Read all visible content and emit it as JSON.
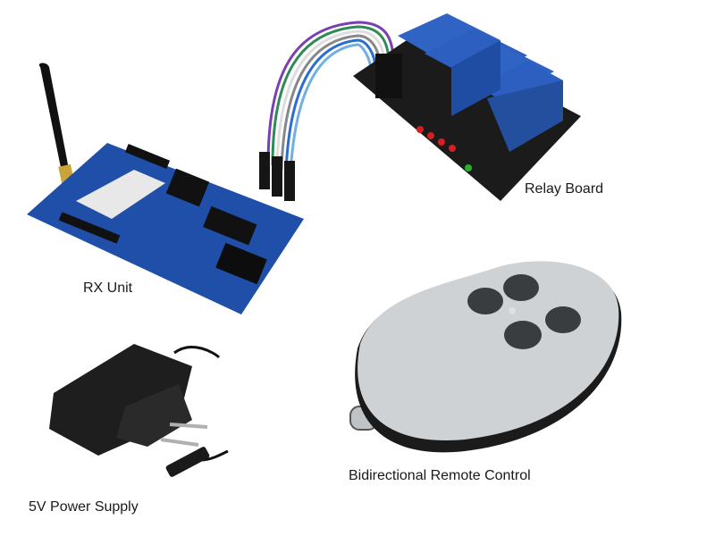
{
  "labels": {
    "relay_board": "Relay Board",
    "rx_unit": "RX Unit",
    "power_supply": "5V Power Supply",
    "remote_control": "Bidirectional Remote Control"
  },
  "colors": {
    "pcb_blue": "#1f4fa8",
    "relay_blue": "#2f63c4",
    "board_black": "#1b1b1b",
    "remote_gray": "#cfd2d4",
    "button_dark": "#3a3d40"
  }
}
